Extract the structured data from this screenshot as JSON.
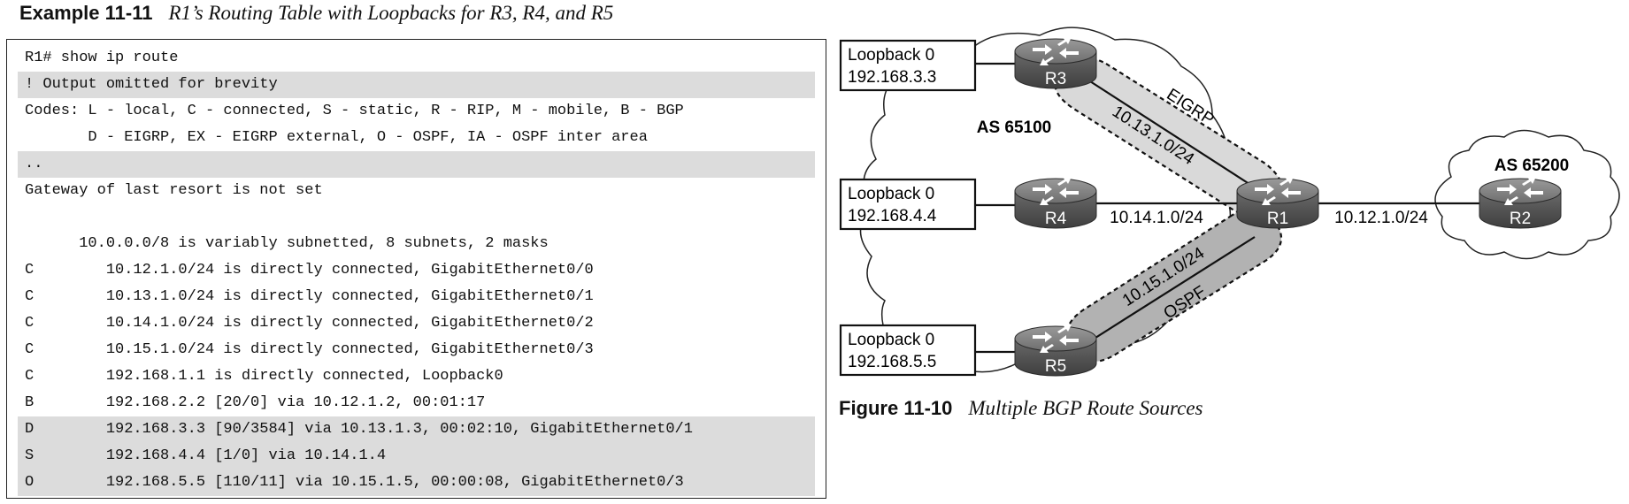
{
  "example": {
    "label": "Example 11-11",
    "title": "R1’s Routing Table with Loopbacks for R3, R4, and R5"
  },
  "console": {
    "lines": [
      {
        "text": "R1# show ip route",
        "highlight": false
      },
      {
        "text": "! Output omitted for brevity",
        "highlight": true
      },
      {
        "text": "Codes: L - local, C - connected, S - static, R - RIP, M - mobile, B - BGP",
        "highlight": false
      },
      {
        "text": "       D - EIGRP, EX - EIGRP external, O - OSPF, IA - OSPF inter area",
        "highlight": false
      },
      {
        "text": "..",
        "highlight": true
      },
      {
        "text": "Gateway of last resort is not set",
        "highlight": false
      },
      {
        "text": "",
        "highlight": false
      },
      {
        "text": "      10.0.0.0/8 is variably subnetted, 8 subnets, 2 masks",
        "highlight": false
      },
      {
        "text": "C        10.12.1.0/24 is directly connected, GigabitEthernet0/0",
        "highlight": false
      },
      {
        "text": "C        10.13.1.0/24 is directly connected, GigabitEthernet0/1",
        "highlight": false
      },
      {
        "text": "C        10.14.1.0/24 is directly connected, GigabitEthernet0/2",
        "highlight": false
      },
      {
        "text": "C        10.15.1.0/24 is directly connected, GigabitEthernet0/3",
        "highlight": false
      },
      {
        "text": "C        192.168.1.1 is directly connected, Loopback0",
        "highlight": false
      },
      {
        "text": "B        192.168.2.2 [20/0] via 10.12.1.2, 00:01:17",
        "highlight": false
      },
      {
        "text": "D        192.168.3.3 [90/3584] via 10.13.1.3, 00:02:10, GigabitEthernet0/1",
        "highlight": true
      },
      {
        "text": "S        192.168.4.4 [1/0] via 10.14.1.4",
        "highlight": true
      },
      {
        "text": "O        192.168.5.5 [110/11] via 10.15.1.5, 00:00:08, GigabitEthernet0/3",
        "highlight": true
      }
    ]
  },
  "figure": {
    "label": "Figure 11-10",
    "title": "Multiple BGP Route Sources",
    "as_left": "AS 65100",
    "as_right": "AS 65200",
    "routers": {
      "r1": "R1",
      "r2": "R2",
      "r3": "R3",
      "r4": "R4",
      "r5": "R5"
    },
    "loopbacks": [
      {
        "name": "Loopback 0",
        "ip": "192.168.3.3"
      },
      {
        "name": "Loopback 0",
        "ip": "192.168.4.4"
      },
      {
        "name": "Loopback 0",
        "ip": "192.168.5.5"
      }
    ],
    "links": {
      "r1_r2": "10.12.1.0/24",
      "r1_r3": "10.13.1.0/24",
      "r1_r4": "10.14.1.0/24",
      "r1_r5": "10.15.1.0/24"
    },
    "protocols": {
      "eigrp": "EIGRP",
      "ospf": "OSPF"
    }
  }
}
